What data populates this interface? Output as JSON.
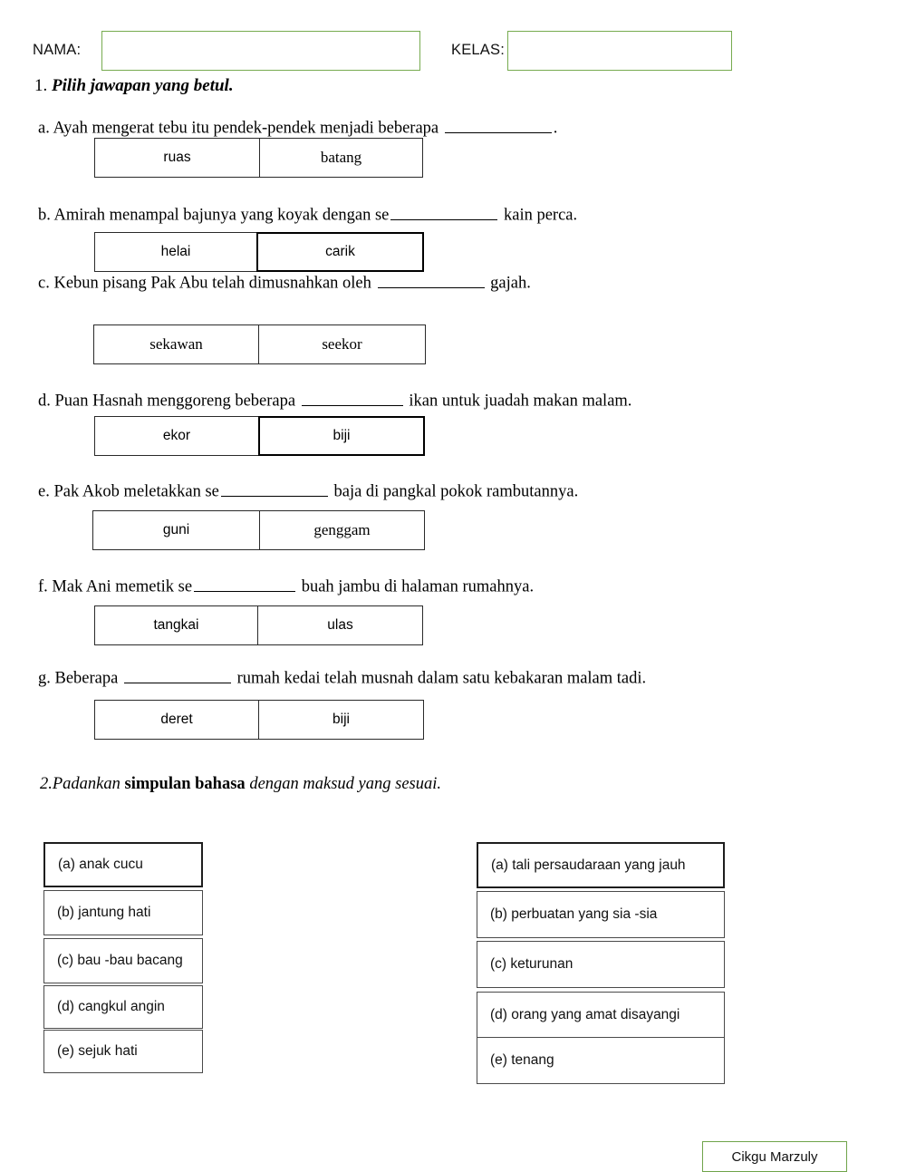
{
  "header": {
    "nama_label": "NAMA:",
    "nama_value": "",
    "nama_placeholder": "",
    "kelas_label": "KELAS:",
    "kelas_value": "",
    "kelas_placeholder": "",
    "field_border_color": "#77ab50"
  },
  "section1": {
    "number": "1.",
    "title": "Pilih jawapan yang betul.",
    "questions": [
      {
        "label": "a.",
        "text_before": "Ayah mengerat tebu itu pendek-pendek menjadi beberapa",
        "text_after": ".",
        "options": [
          "ruas",
          "batang"
        ],
        "left_font": "sans",
        "right_font": "serif"
      },
      {
        "label": "b.",
        "text_before": "Amirah menampal bajunya yang koyak dengan se",
        "text_after": "kain perca.",
        "options": [
          "helai",
          "carik"
        ],
        "left_font": "sans",
        "right_font": "sans"
      },
      {
        "label": "c.",
        "text_before": "Kebun pisang Pak Abu telah dimusnahkan oleh",
        "text_after": "gajah.",
        "options": [
          "sekawan",
          "seekor"
        ],
        "left_font": "serif",
        "right_font": "serif"
      },
      {
        "label": "d.",
        "text_before": "Puan Hasnah menggoreng beberapa",
        "text_after": "ikan untuk juadah makan malam.",
        "options": [
          "ekor",
          "biji"
        ],
        "left_font": "sans",
        "right_font": "sans"
      },
      {
        "label": "e.",
        "text_before": "Pak Akob meletakkan se",
        "text_after": "baja di pangkal pokok rambutannya.",
        "options": [
          "guni",
          "genggam"
        ],
        "left_font": "sans",
        "right_font": "serif"
      },
      {
        "label": "f.",
        "text_before": "Mak Ani memetik se",
        "text_after": "buah jambu di halaman rumahnya.",
        "options": [
          "tangkai",
          "ulas"
        ],
        "left_font": "sans",
        "right_font": "sans"
      },
      {
        "label": "g.",
        "text_before": "Beberapa",
        "text_after": "rumah kedai telah musnah dalam satu kebakaran malam tadi.",
        "options": [
          "deret",
          "biji"
        ],
        "left_font": "sans",
        "right_font": "sans"
      }
    ]
  },
  "section2": {
    "number": "2.",
    "title_part1": "Padankan ",
    "title_bold": "simpulan bahasa",
    "title_part2": " dengan maksud yang sesuai.",
    "left_column": [
      "(a)   anak cucu",
      "(b)  jantung hati",
      "(c) bau -bau bacang",
      "(d) cangkul angin",
      "(e) sejuk  hati"
    ],
    "right_column": [
      "(a) tali  persaudaraan yang   jauh",
      "(b) perbuatan yang sia   -sia",
      "(c) keturunan",
      "(d) orang yang amat disayangi",
      "(e) tenang"
    ]
  },
  "footer": {
    "credit": "Cikgu Marzuly",
    "border_color": "#6fa44a"
  }
}
